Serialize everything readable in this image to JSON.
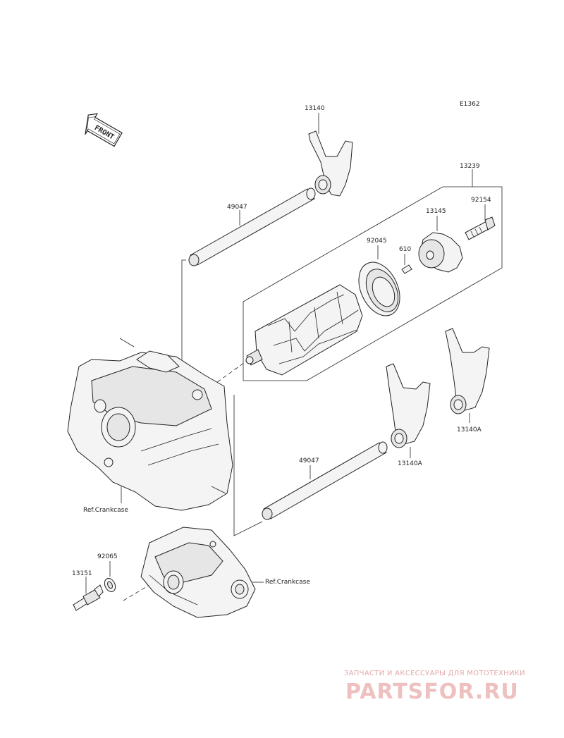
{
  "diagram_code": "E1362",
  "front_label": "FRONT",
  "labels": {
    "p13140": "13140",
    "p13239": "13239",
    "p92154": "92154",
    "p13145": "13145",
    "p49047_top": "49047",
    "p92045": "92045",
    "p610": "610",
    "p13140A_right": "13140A",
    "p13140A_mid": "13140A",
    "p49047_bottom": "49047",
    "ref_crankcase_1": "Ref.Crankcase",
    "ref_crankcase_2": "Ref.Crankcase",
    "p92065": "92065",
    "p13151": "13151"
  },
  "watermark": {
    "tagline": "ЗАПЧАСТИ И АКСЕССУАРЫ ДЛЯ МОТОТЕХНИКИ",
    "logo": "PARTSFOR.RU"
  }
}
